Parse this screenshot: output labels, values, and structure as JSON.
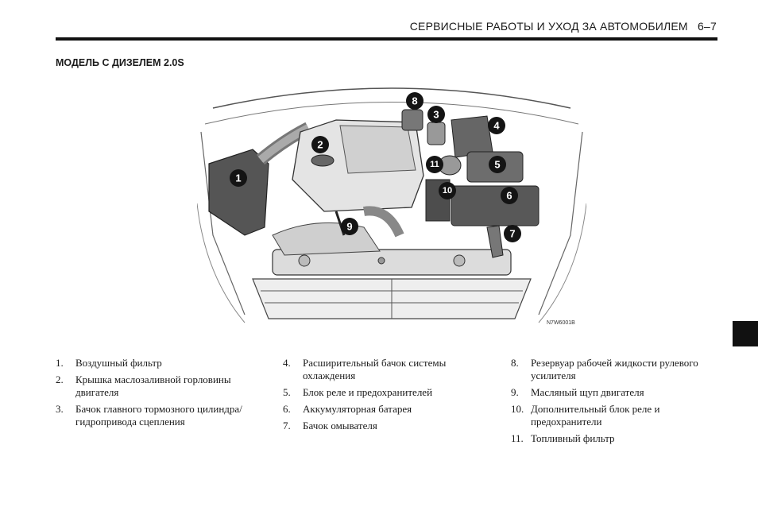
{
  "header": {
    "title": "СЕРВИСНЫЕ РАБОТЫ И УХОД ЗА АВТОМОБИЛЕМ   6–7"
  },
  "section": {
    "title": "МОДЕЛЬ С ДИЗЕЛЕМ 2.0S"
  },
  "figure": {
    "code": "N7W6001B",
    "callouts": [
      "1",
      "2",
      "3",
      "4",
      "5",
      "6",
      "7",
      "8",
      "9",
      "10",
      "11"
    ]
  },
  "legend": {
    "col1": [
      {
        "num": "1.",
        "text": "Воздушный фильтр"
      },
      {
        "num": "2.",
        "text": "Крышка маслозаливной горловины двигателя"
      },
      {
        "num": "3.",
        "text": "Бачок главного тормозного цилиндра/ гидропривода сцепления"
      }
    ],
    "col2": [
      {
        "num": "4.",
        "text": "Расширительный бачок системы охлаждения"
      },
      {
        "num": "5.",
        "text": "Блок реле и предохранителей"
      },
      {
        "num": "6.",
        "text": "Аккумуляторная батарея"
      },
      {
        "num": "7.",
        "text": "Бачок омывателя"
      }
    ],
    "col3": [
      {
        "num": "8.",
        "text": "Резервуар рабочей жидкости рулевого усилителя"
      },
      {
        "num": "9.",
        "text": "Масляный щуп двигателя"
      },
      {
        "num": "10.",
        "text": "Дополнительный блок реле и предохранители"
      },
      {
        "num": "11.",
        "text": "Топливный фильтр"
      }
    ]
  }
}
